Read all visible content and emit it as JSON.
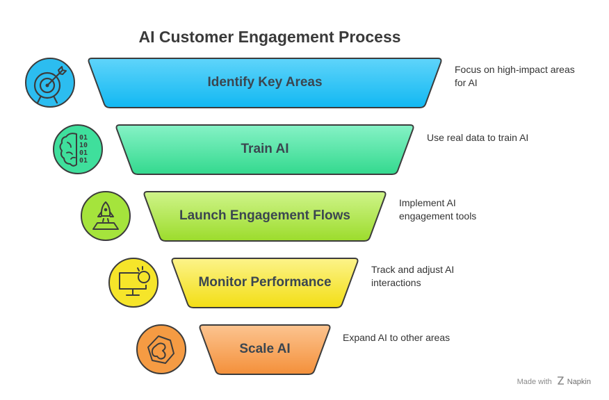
{
  "title": "AI Customer Engagement Process",
  "stages": [
    {
      "label": "Identify Key Areas",
      "description": "Focus on high-impact areas for AI",
      "color": "#2cbdf0",
      "color_light": "#5bd2f8",
      "icon": "target-arrow-icon"
    },
    {
      "label": "Train AI",
      "description": "Use real data to train AI",
      "color": "#3fdf9c",
      "color_light": "#7ff0c0",
      "icon": "brain-binary-icon"
    },
    {
      "label": "Launch Engagement Flows",
      "description": "Implement AI engagement tools",
      "color": "#a5e43c",
      "color_light": "#c8f27a",
      "icon": "rocket-launch-icon"
    },
    {
      "label": "Monitor Performance",
      "description": "Track and adjust AI interactions",
      "color": "#f6e52a",
      "color_light": "#fbf277",
      "icon": "monitor-alert-icon"
    },
    {
      "label": "Scale AI",
      "description": "Expand AI to other areas",
      "color": "#f59b43",
      "color_light": "#fbc08a",
      "icon": "expand-scale-icon"
    }
  ],
  "footer": {
    "made_with": "Made with",
    "brand": "Napkin"
  }
}
